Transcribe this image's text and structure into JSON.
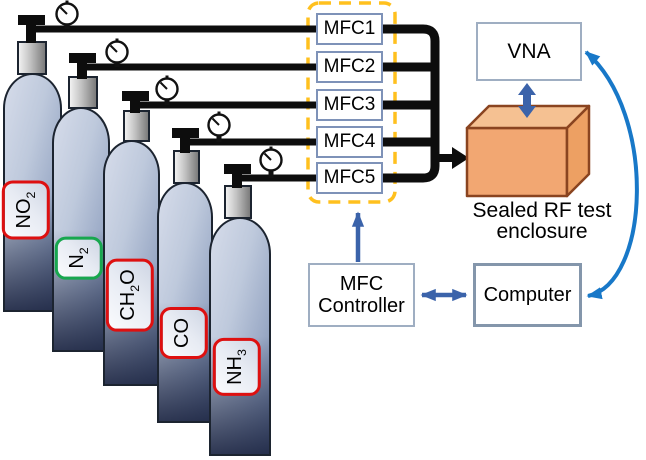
{
  "diagram": {
    "title_hint": "gas sensing experimental setup",
    "cylinders": [
      {
        "gas": {
          "pre": "NO",
          "sub": "2",
          "post": ""
        },
        "label_color": "#DE1010"
      },
      {
        "gas": {
          "pre": "N",
          "sub": "2",
          "post": ""
        },
        "label_color": "#17A74E"
      },
      {
        "gas": {
          "pre": "CH",
          "sub": "2",
          "post": "O"
        },
        "label_color": "#DE1010"
      },
      {
        "gas": {
          "pre": "CO",
          "sub": "",
          "post": ""
        },
        "label_color": "#DE1010"
      },
      {
        "gas": {
          "pre": "NH",
          "sub": "3",
          "post": ""
        },
        "label_color": "#DE1010"
      }
    ],
    "mfc_units": [
      {
        "label": "MFC1"
      },
      {
        "label": "MFC2"
      },
      {
        "label": "MFC3"
      },
      {
        "label": "MFC4"
      },
      {
        "label": "MFC5"
      }
    ],
    "vna": {
      "label": "VNA"
    },
    "enclosure": {
      "line1": "Sealed RF test",
      "line2": "enclosure"
    },
    "mfc_controller": {
      "line1": "MFC",
      "line2": "Controller"
    },
    "computer": {
      "label": "Computer"
    },
    "colors": {
      "pipe": "#0d0d0d",
      "dashed_border": "#FFC01E",
      "connector_dark": "#3B63AA",
      "connector_bright": "#1878C8",
      "enclosure_front": "#F2A772",
      "enclosure_top": "#F5C192",
      "enclosure_side": "#EDA063",
      "enclosure_stroke": "#8A4420"
    }
  }
}
